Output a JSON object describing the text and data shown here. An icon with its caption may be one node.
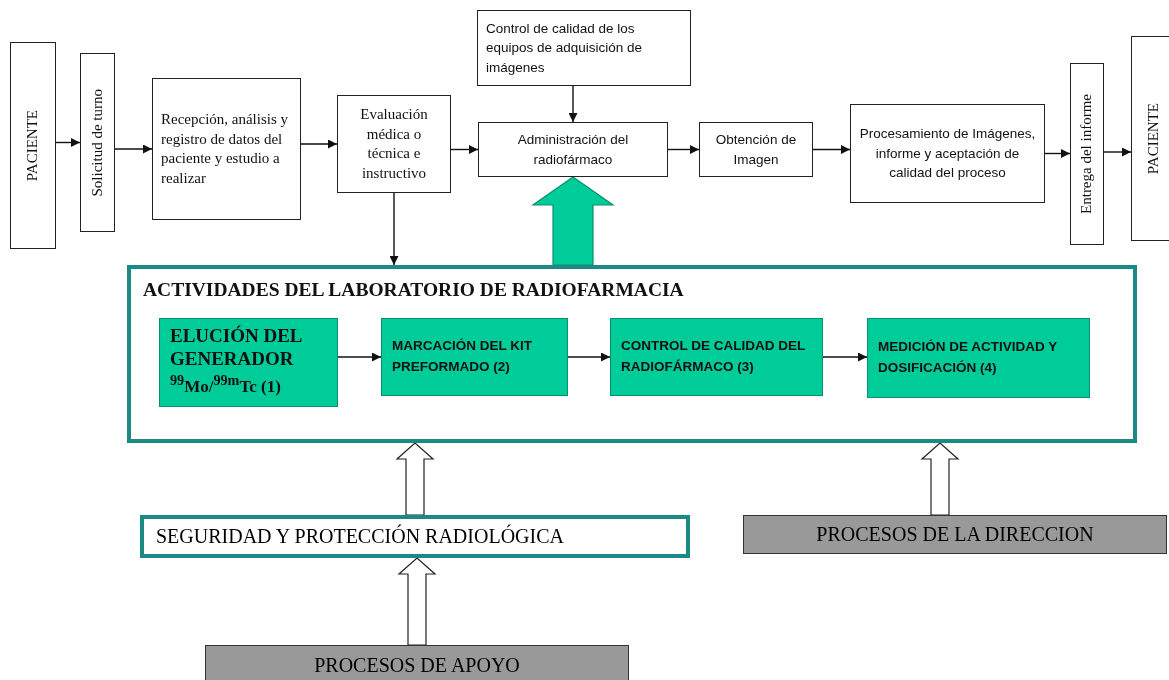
{
  "diagram": {
    "nodes": [
      {
        "text": [
          "PACIENTE"
        ]
      },
      {
        "text": [
          "Solicitud de turno"
        ]
      },
      {
        "text": [
          "Recepción, análisis y registro de datos del paciente y estudio a realizar"
        ]
      },
      {
        "text": [
          "Evaluación médica o técnica e instructivo"
        ]
      },
      {
        "text": [
          "Control de calidad de los equipos de adquisición de imágenes"
        ]
      },
      {
        "text": [
          "Administración del radiofármaco"
        ]
      },
      {
        "text": [
          "Obtención de Imagen"
        ]
      },
      {
        "text": [
          "Procesamiento de Imágenes, informe y aceptación de calidad del proceso"
        ]
      },
      {
        "text": [
          "Entrega del informe"
        ]
      },
      {
        "text": [
          "PACIENTE"
        ]
      },
      {
        "text": [
          "ACTIVIDADES DEL LABORATORIO DE RADIOFARMACIA"
        ]
      },
      {
        "text": [
          "ELUCIÓN DEL GENERADOR",
          "$^{99}$Mo/$^{99m}$Tc (1)"
        ],
        "in": 10
      },
      {
        "text": [
          "MARCACIÓN DEL KIT PREFORMADO (2)"
        ],
        "in": 10
      },
      {
        "text": [
          "CONTROL DE CALIDAD DEL RADIOFÁRMACO (3)"
        ],
        "in": 10
      },
      {
        "text": [
          "MEDICIÓN DE ACTIVIDAD Y DOSIFICACIÓN (4)"
        ],
        "in": 10
      },
      {
        "text": [
          "SEGURIDAD Y PROTECCIÓN RADIOLÓGICA"
        ]
      },
      {
        "text": [
          "PROCESOS DE LA DIRECCION"
        ]
      },
      {
        "text": [
          "PROCESOS DE APOYO"
        ]
      }
    ],
    "edges": [
      {
        "from": 0,
        "to": 1,
        "arrow": "to"
      },
      {
        "from": 1,
        "to": 2,
        "arrow": "to"
      },
      {
        "from": 2,
        "to": 3,
        "arrow": "to"
      },
      {
        "from": 3,
        "to": 5,
        "arrow": "to"
      },
      {
        "from": 4,
        "to": 5,
        "arrow": "to"
      },
      {
        "from": 5,
        "to": 6,
        "arrow": "to"
      },
      {
        "from": 6,
        "to": 7,
        "arrow": "to"
      },
      {
        "from": 7,
        "to": 8,
        "arrow": "to"
      },
      {
        "from": 8,
        "to": 9,
        "arrow": "to"
      },
      {
        "from": 3,
        "to": 10,
        "arrow": "to"
      },
      {
        "from": 10,
        "to": 5,
        "arrow": "to",
        "style": "thick",
        "color": "#00cc99"
      },
      {
        "from": 11,
        "to": 12,
        "arrow": "to"
      },
      {
        "from": 12,
        "to": 13,
        "arrow": "to"
      },
      {
        "from": 13,
        "to": 14,
        "arrow": "to"
      },
      {
        "from": 15,
        "to": 10,
        "arrow": "to",
        "style": "thick"
      },
      {
        "from": 16,
        "to": 10,
        "arrow": "to",
        "style": "thick"
      },
      {
        "from": 17,
        "to": 15,
        "arrow": "to",
        "style": "thick"
      }
    ]
  }
}
